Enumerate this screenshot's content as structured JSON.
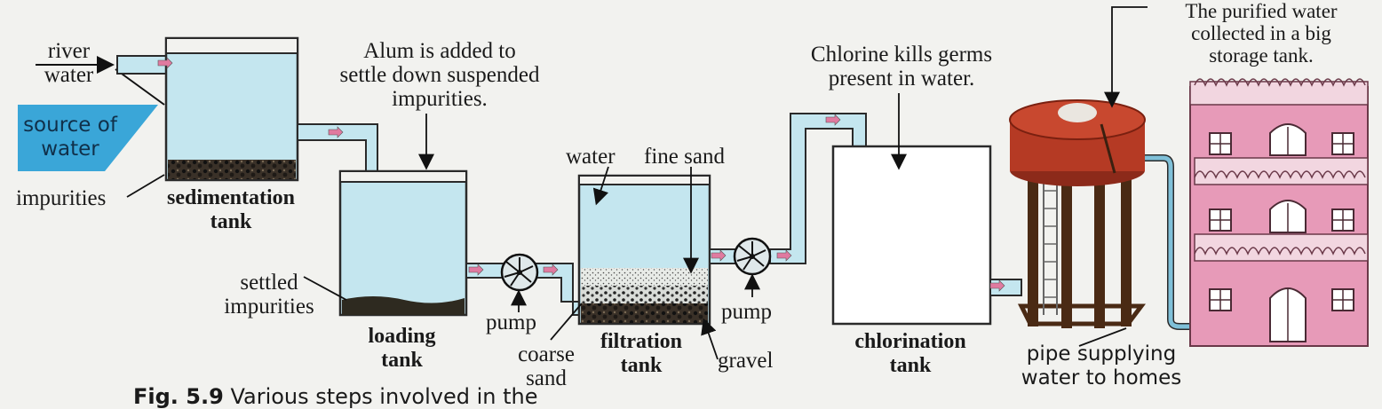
{
  "labels": {
    "river_water": "river\nwater",
    "source_of_water": "source of\nwater",
    "impurities": "impurities",
    "sedimentation_tank": "sedimentation\ntank",
    "alum": "Alum is added to\nsettle down suspended\nimpurities.",
    "settled_impurities": "settled\nimpurities",
    "loading_tank": "loading\ntank",
    "pump_1": "pump",
    "coarse_sand": "coarse\nsand",
    "water": "water",
    "fine_sand": "fine sand",
    "filtration_tank": "filtration\ntank",
    "gravel": "gravel",
    "pump_2": "pump",
    "chlorine": "Chlorine kills germs\npresent in water.",
    "chlorination_tank": "chlorination\ntank",
    "purified_water": "The purified water\ncollected in a big\nstorage tank.",
    "pipe_supplying": "pipe supplying\nwater to homes"
  },
  "caption": {
    "fig_number": "Fig. 5.9",
    "text": "Various steps involved in the"
  },
  "colors": {
    "water": "#c4e6ef",
    "tank_outline": "#2a2a2a",
    "source": "#3aa6d8",
    "storage_tank": "#b53a24",
    "building": "#e79ab8"
  }
}
